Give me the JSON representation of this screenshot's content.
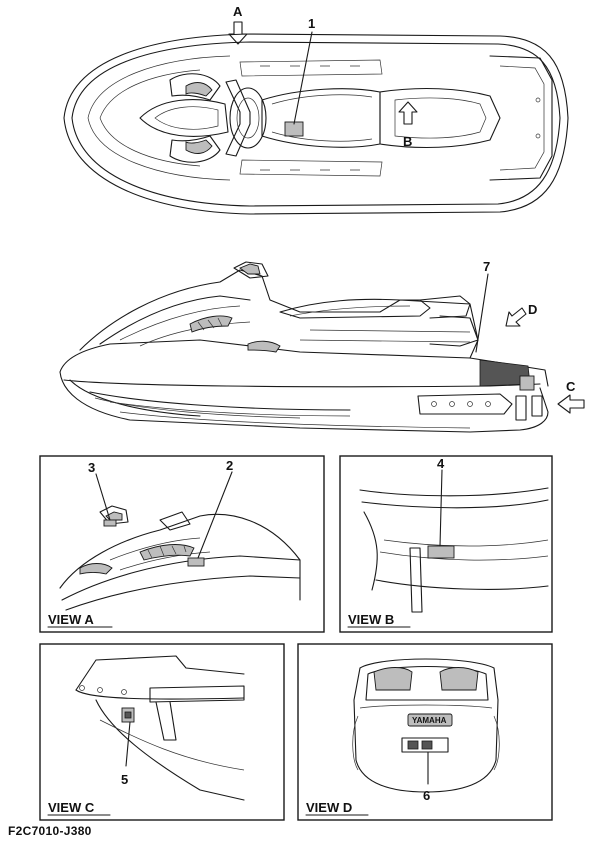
{
  "figure_code": "F2C7010-J380",
  "callouts": {
    "c1": "1",
    "c2": "2",
    "c3": "3",
    "c4": "4",
    "c5": "5",
    "c6": "6",
    "c7": "7"
  },
  "arrows": {
    "a": "A",
    "b": "B",
    "c": "C",
    "d": "D"
  },
  "views": {
    "view_a": "VIEW A",
    "view_b": "VIEW B",
    "view_c": "VIEW C",
    "view_d": "VIEW D"
  },
  "plate_text": "YAMAHA"
}
